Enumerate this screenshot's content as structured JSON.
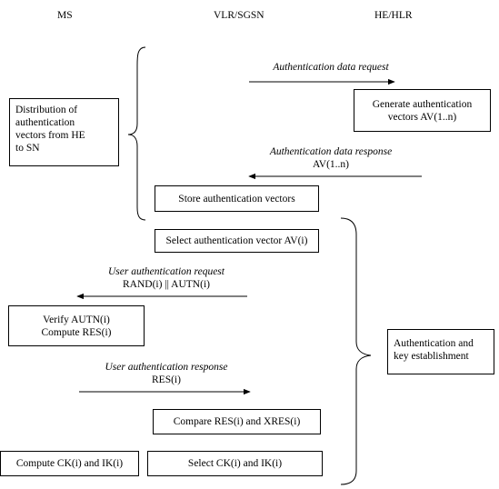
{
  "headers": {
    "ms": "MS",
    "vlr": "VLR/SGSN",
    "he": "HE/HLR"
  },
  "brace_labels": {
    "distribution": [
      "Distribution of",
      "authentication",
      "vectors  from HE",
      "to SN"
    ],
    "auth_key": [
      "Authentication and",
      "key establishment"
    ]
  },
  "boxes": {
    "generate_av": [
      "Generate authentication",
      "vectors AV(1..n)"
    ],
    "store_av": "Store authentication vectors",
    "select_av": "Select authentication vector AV(i)",
    "verify_autn": [
      "Verify AUTN(i)",
      "Compute RES(i)"
    ],
    "compare_res": "Compare RES(i) and XRES(i)",
    "compute_ck": "Compute CK(i) and IK(i)",
    "select_ck": "Select CK(i) and IK(i)"
  },
  "messages": {
    "auth_data_request": {
      "name": "Authentication data request"
    },
    "auth_data_response": {
      "name": "Authentication data response",
      "param": "AV(1..n)"
    },
    "user_auth_request": {
      "name": "User authentication request",
      "param": "RAND(i) || AUTN(i)"
    },
    "user_auth_response": {
      "name": "User authentication response",
      "param": "RES(i)"
    }
  }
}
